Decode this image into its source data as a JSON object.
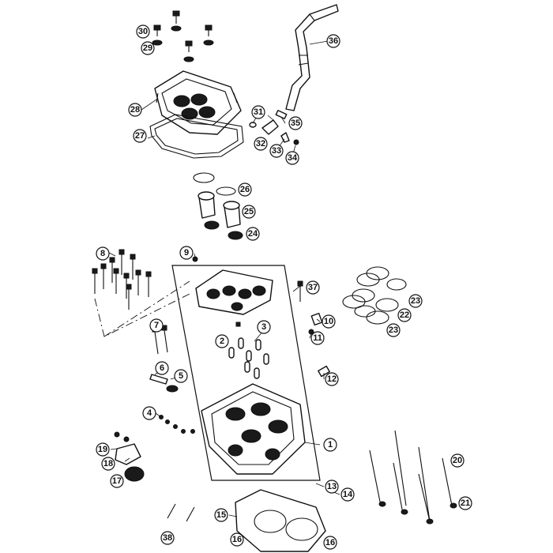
{
  "diagram": {
    "callouts": [
      "1",
      "2",
      "3",
      "4",
      "5",
      "6",
      "7",
      "8",
      "9",
      "10",
      "11",
      "12",
      "13",
      "14",
      "15",
      "16",
      "16",
      "17",
      "18",
      "19",
      "20",
      "21",
      "22",
      "23",
      "23",
      "24",
      "25",
      "26",
      "27",
      "28",
      "29",
      "30",
      "31",
      "32",
      "33",
      "34",
      "35",
      "36",
      "37",
      "38"
    ]
  }
}
